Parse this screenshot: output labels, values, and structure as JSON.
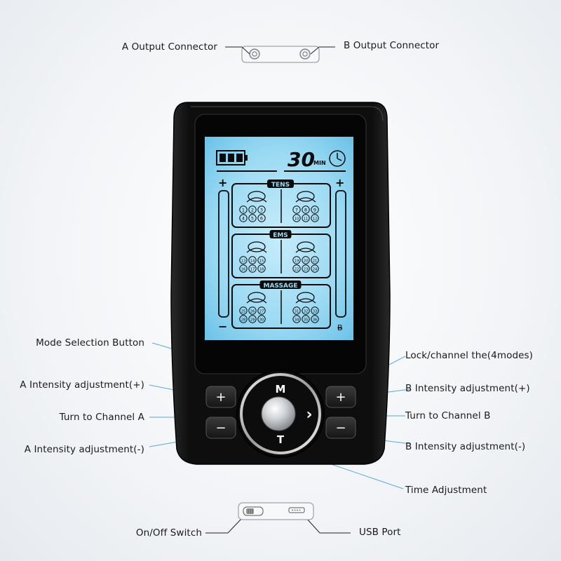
{
  "callouts": {
    "a_output": "A Output Connector",
    "b_output": "B Output Connector",
    "mode_button": "Mode Selection Button",
    "lock_channel": "Lock/channel the(4modes)",
    "a_plus": "A Intensity adjustment(+)",
    "b_plus": "B Intensity adjustment(+)",
    "turn_a": "Turn to Channel A",
    "turn_b": "Turn to Channel B",
    "a_minus": "A Intensity adjustment(-)",
    "b_minus": "B Intensity adjustment(-)",
    "time_adj": "Time Adjustment",
    "on_off": "On/Off Switch",
    "usb": "USB Port"
  },
  "display": {
    "timer_value": "30",
    "timer_unit": "MIN",
    "channel_a_plus": "+",
    "channel_a_minus": "−",
    "channel_b_plus": "+",
    "channel_b_minus": "−",
    "channel_b_letter": "B",
    "sections": [
      {
        "title": "TENS",
        "left_numbers": [
          "1",
          "2",
          "3",
          "4",
          "5",
          "6"
        ],
        "right_numbers": [
          "7",
          "8",
          "9",
          "10",
          "11",
          "12"
        ]
      },
      {
        "title": "EMS",
        "left_numbers": [
          "13",
          "14",
          "15",
          "16",
          "17",
          "18"
        ],
        "right_numbers": [
          "19",
          "20",
          "21",
          "22",
          "23",
          "24"
        ]
      },
      {
        "title": "MASSAGE",
        "left_numbers": [
          "25",
          "26",
          "27",
          "28",
          "29",
          "30"
        ],
        "right_numbers": [
          "31",
          "32",
          "33",
          "34",
          "35",
          "36"
        ]
      }
    ]
  },
  "buttons": {
    "mode": "M",
    "time": "T",
    "lock": "›",
    "a_plus": "+",
    "a_minus": "−",
    "b_plus": "+",
    "b_minus": "−"
  },
  "colors": {
    "screen": "#8fd3f0",
    "body": "#151515",
    "lcd_ink": "#0a0a0a"
  }
}
